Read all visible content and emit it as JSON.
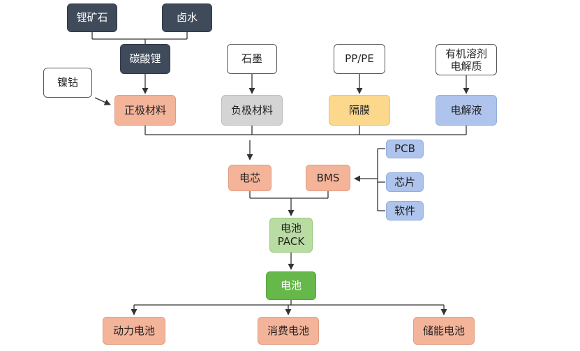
{
  "nodes": {
    "lithium_ore": "锂矿石",
    "brine": "卤水",
    "lithium_carbonate": "碳酸锂",
    "graphite": "石墨",
    "pp_pe": "PP/PE",
    "organic_solvent_electrolyte": "有机溶剂\n电解质",
    "nickel_cobalt": "镍钴",
    "cathode_material": "正极材料",
    "anode_material": "负极材料",
    "separator": "隔膜",
    "electrolyte": "电解液",
    "cell": "电芯",
    "bms": "BMS",
    "pcb": "PCB",
    "chip": "芯片",
    "software": "软件",
    "battery_pack": "电池\nPACK",
    "battery": "电池",
    "power_battery": "动力电池",
    "consumer_battery": "消费电池",
    "storage_battery": "储能电池"
  },
  "colors": {
    "dark": "#3f4b5b",
    "salmon": "#f4b49a",
    "grey": "#d4d4d4",
    "yellow": "#fbd88c",
    "blue": "#aec4ec",
    "green_light": "#b9dca3",
    "green": "#67b84a",
    "line": "#333333"
  }
}
